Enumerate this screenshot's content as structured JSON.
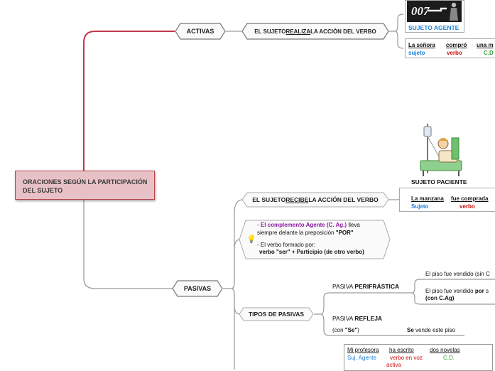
{
  "root": {
    "title": "ORACIONES SEGÚN LA PARTICIPACIÓN DEL SUJETO"
  },
  "activas": {
    "label": "ACTIVAS",
    "desc_pre": "EL SUJETO",
    "desc_key": " REALIZA",
    "desc_post": " LA ACCIÓN DEL VERBO",
    "image_logo": "007",
    "agent_caption": "SUJETO AGENTE",
    "example": {
      "words": [
        "La señora",
        "compró",
        "una m"
      ],
      "roles": [
        "sujeto",
        "verbo",
        "C.D"
      ]
    }
  },
  "pasivas": {
    "label": "PASIVAS",
    "sujeto_paciente": "SUJETO PACIENTE",
    "desc_pre": "EL SUJETO ",
    "desc_key": "RECIBE",
    "desc_post": " LA ACCIÓN DEL VERBO",
    "example": {
      "words": [
        "La manzana",
        "fue comprada"
      ],
      "roles": [
        "Sujeto",
        "verbo"
      ]
    },
    "note": {
      "line1_dash": "- ",
      "line1_key": "El complemento Agente (C. Ag.)",
      "line1_rest": " lleva",
      "line2": "siempre delante la preposición ",
      "line2_key": "\"POR\"",
      "line3": "- El verbo formado por:",
      "line4": "verbo \"ser\" + Participio (de otro verbo)"
    },
    "tipos": {
      "label": "TIPOS DE PASIVAS",
      "perifrastica_pre": "PASIVA ",
      "perifrastica_key": "PERIFRÁSTICA",
      "perif_ex1": "El piso fue vendido (sin C",
      "perif_ex2_pre": "El piso fue vendido ",
      "perif_ex2_key": "por",
      "perif_ex2_post": " s",
      "perif_ex2_line2": "(con C.Ag)",
      "refleja_pre": "PASIVA ",
      "refleja_key": "REFLEJA",
      "refleja_sub_pre": "(con ",
      "refleja_sub_key": "\"Se\"",
      "refleja_sub_post": ")",
      "refleja_ex_key": "Se",
      "refleja_ex_rest": " vende este piso"
    },
    "table": {
      "words": [
        "Mi profesora",
        "ha escrito",
        "dos novelas"
      ],
      "roles": [
        "Suj. Agente",
        "verbo en voz",
        "C.D."
      ],
      "role_line2": "activa"
    }
  },
  "colors": {
    "root_fill": "#e8c1c6",
    "root_border": "#b8404c",
    "branch_red": "#c0394a",
    "connector_gray": "#9a9a9a",
    "blue": "#1f7fd6",
    "red": "#cc1111",
    "green": "#3aa33a",
    "purple": "#8a1aa0"
  },
  "icons": [
    "bulb-icon",
    "agent-007-image",
    "hospital-patient-image"
  ]
}
